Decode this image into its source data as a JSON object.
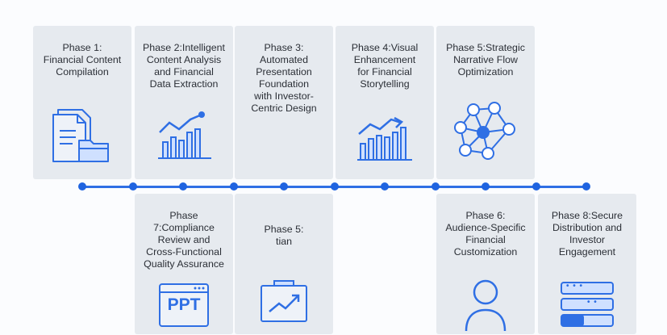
{
  "top_phases": [
    {
      "label": "Phase 1:\nFinancial Content\nCompilation",
      "icon": "document-folder-icon"
    },
    {
      "label": "Phase 2:Intelligent\nContent Analysis\nand Financial\nData Extraction",
      "icon": "bar-chart-trend-icon"
    },
    {
      "label": "Phase 3:\nAutomated\nPresentation\nFoundation\nwith Investor-\nCentric Design",
      "icon": ""
    },
    {
      "label": "Phase 4:Visual\nEnhancement\nfor Financial\nStorytelling",
      "icon": "bar-chart-growth-icon"
    },
    {
      "label": "Phase 5:Strategic\nNarrative Flow\nOptimization",
      "icon": "network-nodes-icon"
    }
  ],
  "bottom_phases": [
    {
      "label": "Phase 7:Compliance\nReview and\nCross-Functional\nQuality Assurance",
      "icon": "ppt-window-icon",
      "icon_text": "PPT"
    },
    {
      "label": "Phase 5:\ntian",
      "icon": "presentation-board-icon"
    },
    {
      "label": "Phase 6:\nAudience-Specific\nFinancial\nCustomization",
      "icon": "user-icon"
    },
    {
      "label": "Phase 8:Secure\nDistribution and\nInvestor\nEngagement",
      "icon": "server-stack-icon",
      "icon_text": "• • •"
    }
  ],
  "colors": {
    "accent": "#2f6fe4",
    "card": "#e6eaef",
    "text": "#2b2f36"
  }
}
